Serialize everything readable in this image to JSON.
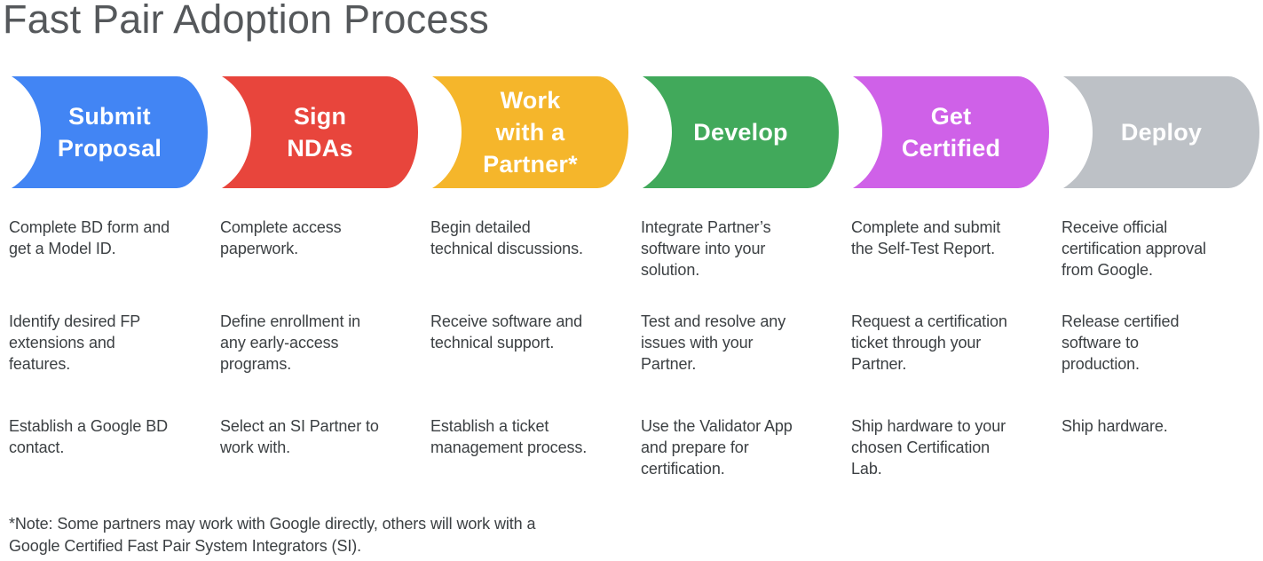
{
  "title": "Fast Pair Adoption Process",
  "colors": {
    "stage_blue": "#4285F4",
    "stage_red": "#E8453C",
    "stage_yellow": "#F5B62B",
    "stage_green": "#41A95B",
    "stage_magenta": "#CF61E8",
    "stage_gray": "#BDC1C6",
    "title_text": "#55585B",
    "body_text": "#3C4043",
    "stage_label_text": "#FFFFFF"
  },
  "stages": [
    {
      "label": "Submit\nProposal",
      "color": "#4285F4",
      "steps": [
        "Complete BD form and\nget a Model ID.",
        "Identify desired FP\nextensions and\nfeatures.",
        "Establish a Google BD\ncontact."
      ]
    },
    {
      "label": "Sign\nNDAs",
      "color": "#E8453C",
      "steps": [
        "Complete access\npaperwork.",
        "Define enrollment in\nany early-access\nprograms.",
        "Select an SI Partner to\nwork with."
      ]
    },
    {
      "label": "Work\nwith a\nPartner*",
      "color": "#F5B62B",
      "steps": [
        "Begin detailed\ntechnical discussions.",
        "Receive software and\ntechnical support.",
        "Establish a ticket\nmanagement process."
      ]
    },
    {
      "label": "Develop",
      "color": "#41A95B",
      "steps": [
        "Integrate Partner’s\nsoftware into your\nsolution.",
        "Test and resolve any\nissues with your\nPartner.",
        "Use the Validator App\nand prepare for\ncertification."
      ]
    },
    {
      "label": "Get\nCertified",
      "color": "#CF61E8",
      "steps": [
        "Complete and submit\nthe Self-Test Report.",
        "Request a certification\nticket through your\nPartner.",
        "Ship hardware to your\nchosen Certification\nLab."
      ]
    },
    {
      "label": "Deploy",
      "color": "#BDC1C6",
      "steps": [
        "Receive official\ncertification approval\nfrom Google.",
        "Release certified\nsoftware to\nproduction.",
        "Ship hardware."
      ]
    }
  ],
  "footnote": "*Note: Some partners may work with Google directly, others will work with a\nGoogle Certified Fast Pair System Integrators (SI)."
}
